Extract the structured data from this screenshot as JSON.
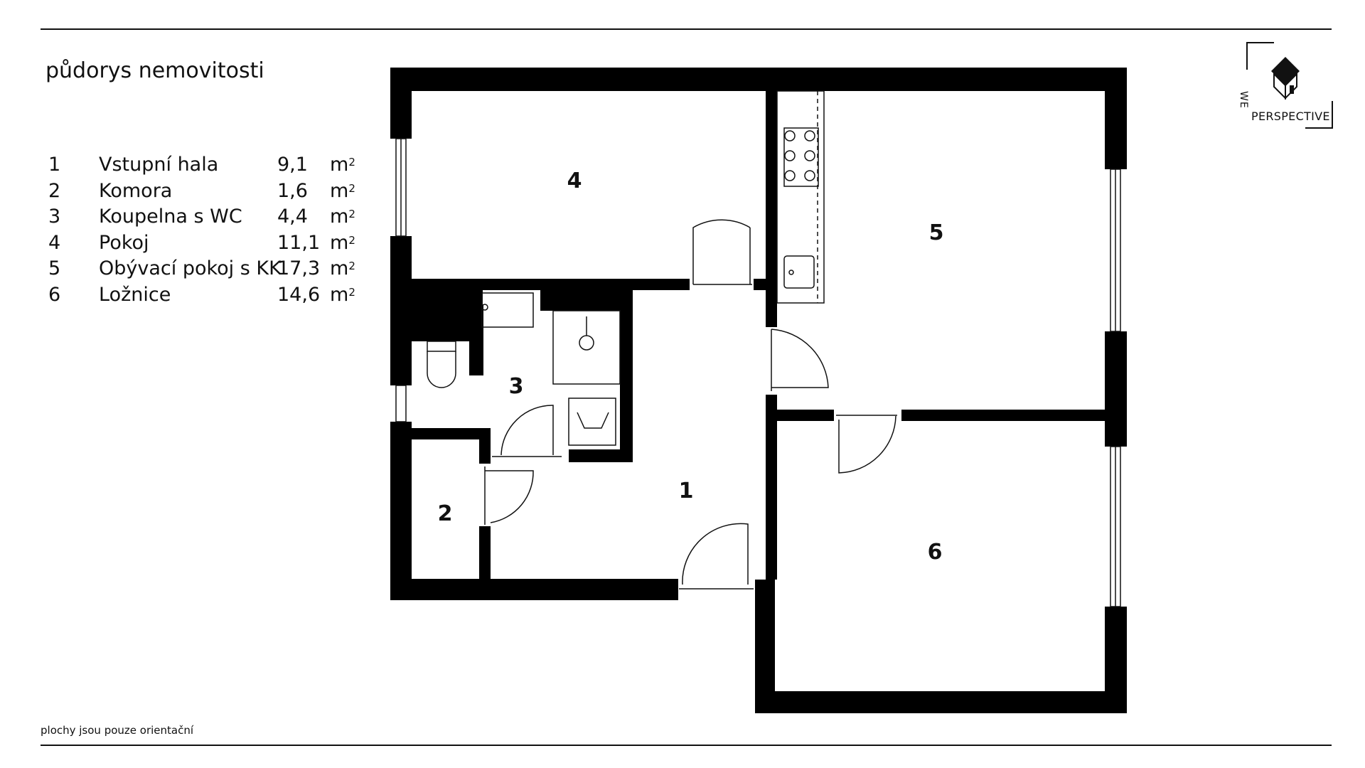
{
  "title": "půdorys nemovitosti",
  "rooms": [
    {
      "num": "1",
      "name": "Vstupní hala",
      "area": "9,1",
      "unit": "m",
      "sup": "2"
    },
    {
      "num": "2",
      "name": "Komora",
      "area": "1,6",
      "unit": "m",
      "sup": "2"
    },
    {
      "num": "3",
      "name": "Koupelna s WC",
      "area": "4,4",
      "unit": "m",
      "sup": "2"
    },
    {
      "num": "4",
      "name": "Pokoj",
      "area": "11,1",
      "unit": "m",
      "sup": "2"
    },
    {
      "num": "5",
      "name": "Obývací pokoj s KK",
      "area": "17,3",
      "unit": "m",
      "sup": "2"
    },
    {
      "num": "6",
      "name": "Ložnice",
      "area": "14,6",
      "unit": "m",
      "sup": "2"
    }
  ],
  "plan_labels": {
    "r1": "1",
    "r2": "2",
    "r3": "3",
    "r4": "4",
    "r5": "5",
    "r6": "6"
  },
  "logo": {
    "line1": "WE",
    "line2": "PERSPECTIVE"
  },
  "footnote": "plochy jsou pouze orientační",
  "colors": {
    "wall": "#000000",
    "line": "#111111",
    "background": "#ffffff"
  }
}
